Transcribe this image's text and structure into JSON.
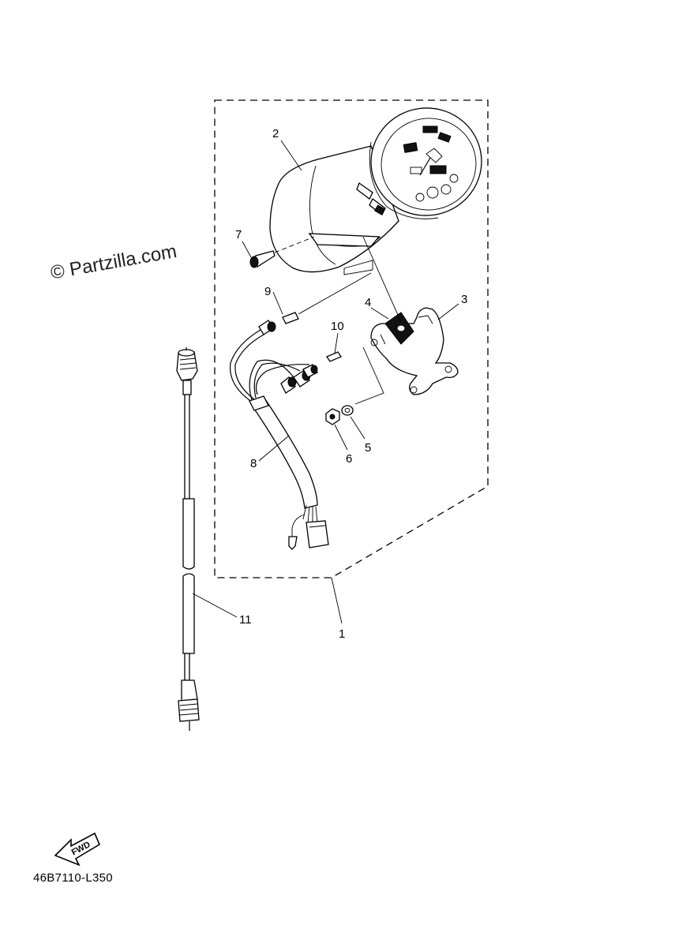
{
  "watermark": "© Partzilla.com",
  "drawing_code": "46B7110-L350",
  "fwd_label": "FWD",
  "callouts": {
    "c1": "1",
    "c2": "2",
    "c3": "3",
    "c4": "4",
    "c5": "5",
    "c6": "6",
    "c7": "7",
    "c8": "8",
    "c9": "9",
    "c10": "10",
    "c11": "11"
  }
}
